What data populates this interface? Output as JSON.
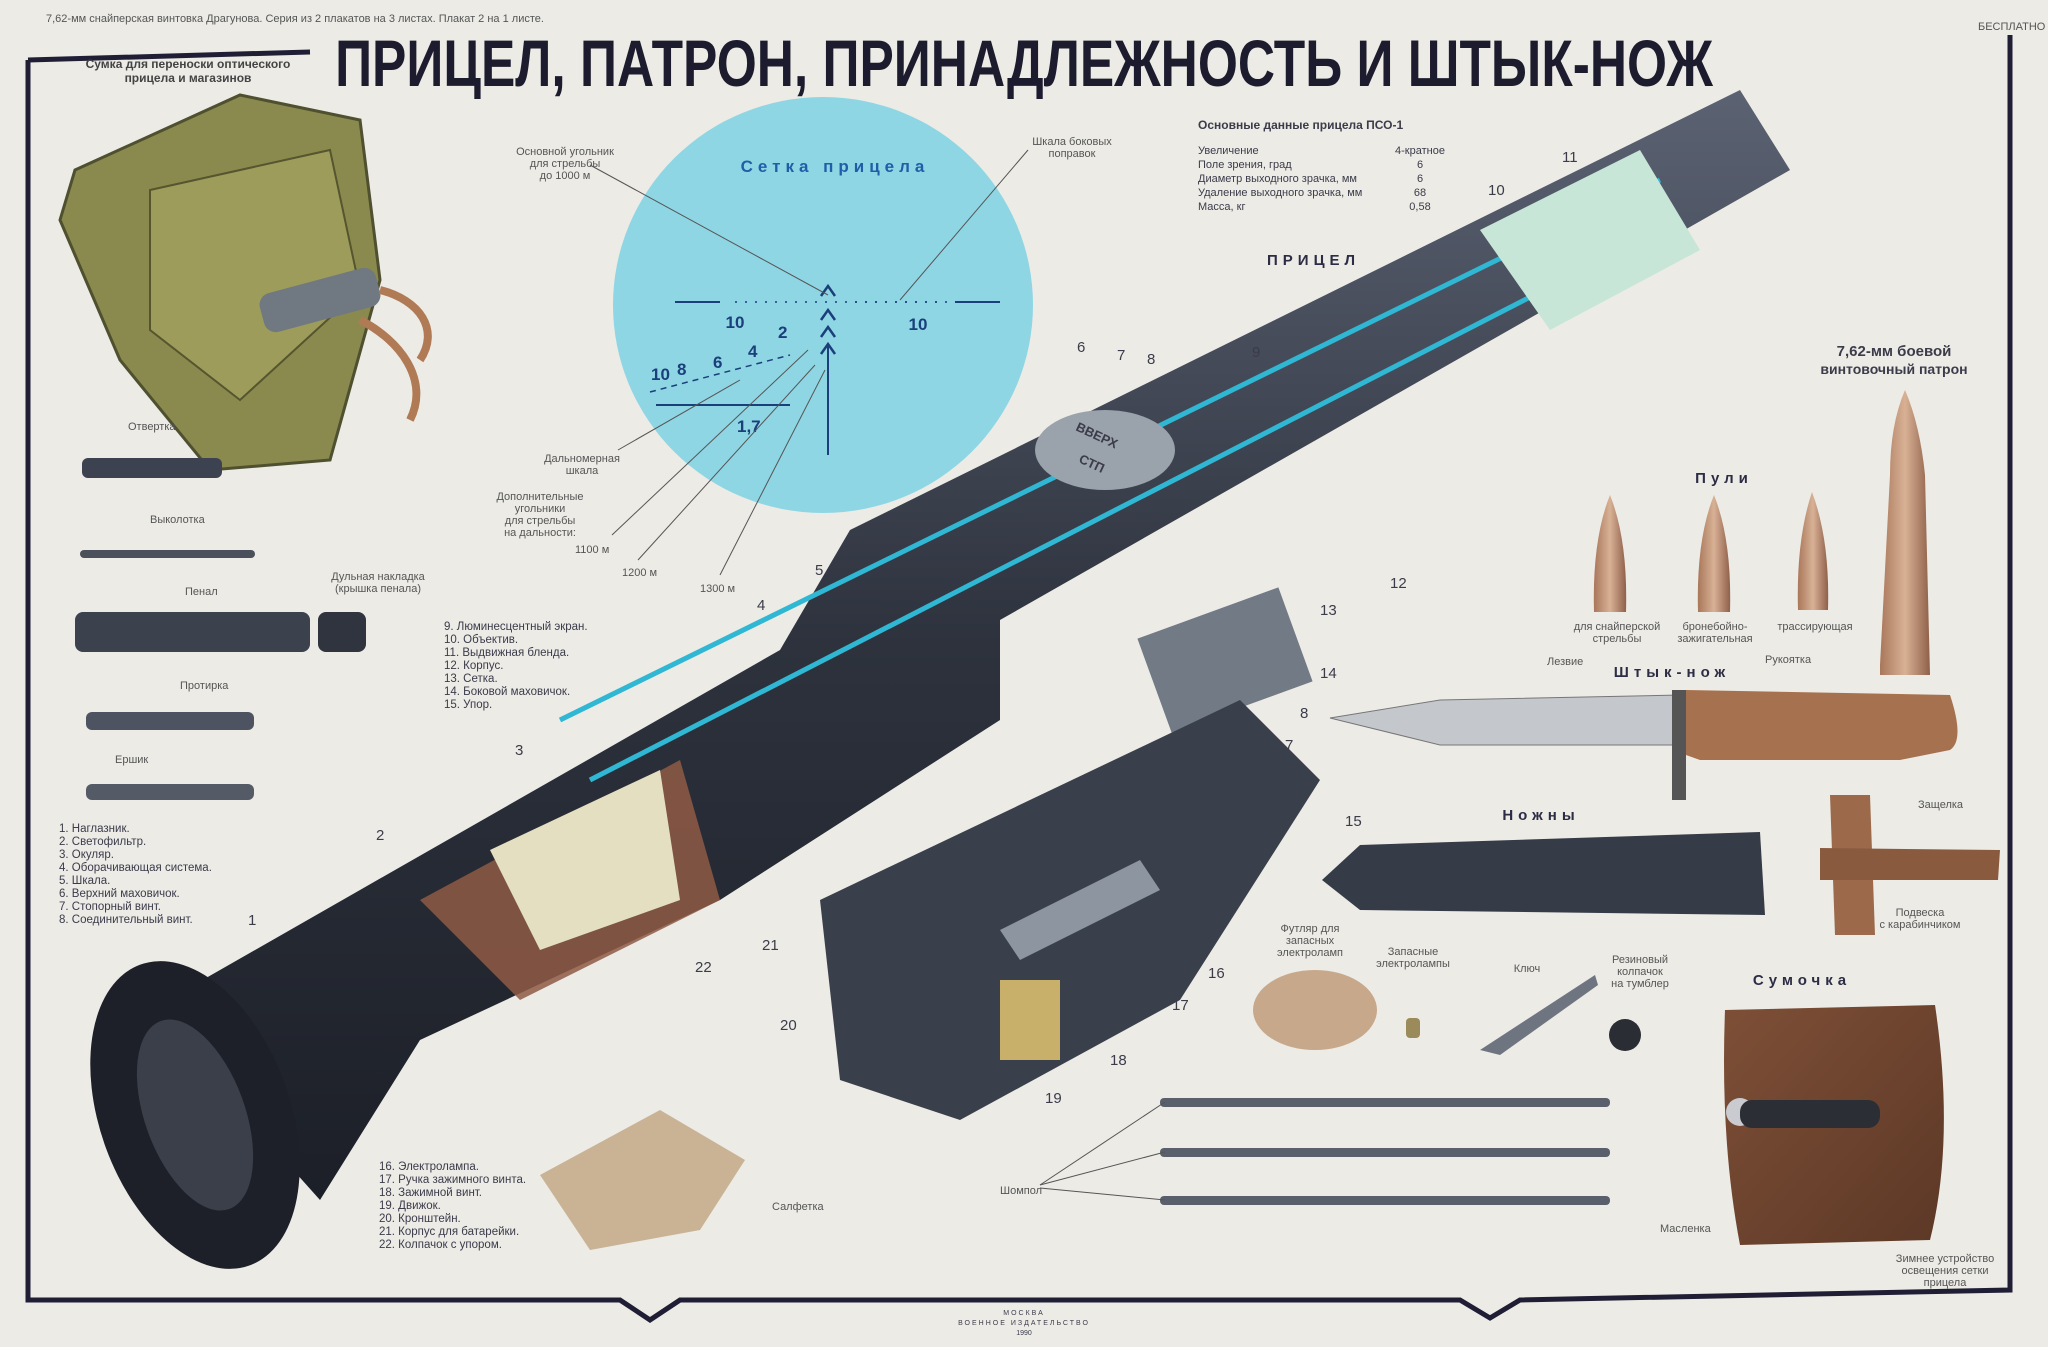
{
  "header": {
    "series_note": "7,62-мм снайперская винтовка Драгунова. Серия из 2 плакатов на 3 листах. Плакат 2 на 1 листе.",
    "title": "ПРИЦЕЛ, ПАТРОН, ПРИНАДЛЕЖНОСТЬ И ШТЫК-НОЖ",
    "free_label": "БЕСПЛАТНО"
  },
  "bag": {
    "label_line1": "Сумка для переноски оптического",
    "label_line2": "прицела и магазинов"
  },
  "reticle": {
    "title": "Сетка прицела",
    "main_chevron_label": [
      "Основной угольник",
      "для стрельбы",
      "до 1000 м"
    ],
    "lateral_scale_label": [
      "Шкала боковых",
      "поправок"
    ],
    "rangefinder_label": [
      "Дальномерная",
      "шкала"
    ],
    "extra_label": [
      "Дополнительные",
      "угольники",
      "для стрельбы",
      "на дальности:"
    ],
    "ranges": [
      "1100 м",
      "1200 м",
      "1300 м"
    ],
    "lateral_marks": [
      "10",
      "10"
    ],
    "range_marks": [
      "10",
      "8",
      "6",
      "4",
      "2"
    ],
    "height_mark": "1,7",
    "color": "#8fd6e4"
  },
  "specs": {
    "title": "Основные данные прицела ПСО-1",
    "rows": [
      {
        "name": "Увеличение",
        "value": "4-кратное"
      },
      {
        "name": "Поле зрения, град",
        "value": "6"
      },
      {
        "name": "Диаметр выходного зрачка, мм",
        "value": "6"
      },
      {
        "name": "Удаление выходного зрачка, мм",
        "value": "68"
      },
      {
        "name": "Масса, кг",
        "value": "0,58"
      }
    ]
  },
  "scope": {
    "section_title": "ПРИЦЕЛ",
    "turret_text": [
      "ВВЕРХ",
      "СТП"
    ],
    "callouts": [
      "1",
      "2",
      "3",
      "4",
      "5",
      "6",
      "7",
      "8",
      "9",
      "10",
      "11",
      "12",
      "13",
      "14",
      "15",
      "16",
      "17",
      "18",
      "19",
      "20",
      "21",
      "22",
      "7",
      "8"
    ]
  },
  "legend_1_8": [
    "1. Наглазник.",
    "2. Светофильтр.",
    "3. Окуляр.",
    "4. Оборачивающая система.",
    "5. Шкала.",
    "6. Верхний маховичок.",
    "7. Стопорный винт.",
    "8. Соединительный винт."
  ],
  "legend_9_15": [
    "9. Люминесцентный экран.",
    "10. Объектив.",
    "11. Выдвижная бленда.",
    "12. Корпус.",
    "13. Сетка.",
    "14. Боковой маховичок.",
    "15. Упор."
  ],
  "legend_16_22": [
    "16. Электролампа.",
    "17. Ручка зажимного винта.",
    "18. Зажимной винт.",
    "19. Движок.",
    "20. Кронштейн.",
    "21. Корпус для батарейки.",
    "22. Колпачок с упором."
  ],
  "tools": [
    "Отвертка",
    "Выколотка",
    "Пенал",
    "Протирка",
    "Ершик"
  ],
  "muzzle_cap": [
    "Дульная накладка",
    "(крышка пенала)"
  ],
  "cartridge": {
    "title_line1": "7,62-мм боевой",
    "title_line2": "винтовочный патрон"
  },
  "bullets": {
    "title": "Пули",
    "items": [
      [
        "для снайперской",
        "стрельбы"
      ],
      [
        "бронебойно-",
        "зажигательная"
      ],
      [
        "трассирующая",
        ""
      ]
    ]
  },
  "bayonet": {
    "title": "Штык-нож",
    "blade": "Лезвие",
    "handle": "Рукоятка",
    "latch": "Защелка"
  },
  "scabbard": {
    "title": "Ножны",
    "hanger": [
      "Подвеска",
      "с карабинчиком"
    ]
  },
  "accessories": {
    "lamp_case": [
      "Футляр для",
      "запасных",
      "электроламп"
    ],
    "spare_lamps": [
      "Запасные",
      "электролампы"
    ],
    "key": "Ключ",
    "rubber_cap": [
      "Резиновый",
      "колпачок",
      "на тумблер"
    ],
    "cloth": "Салфетка",
    "rod": "Шомпол"
  },
  "pouch": {
    "title": "Сумочка",
    "oiler": "Масленка",
    "winter": [
      "Зимнее устройство",
      "освещения сетки",
      "прицела"
    ]
  },
  "footer": {
    "publisher": [
      "МОСКВА",
      "ВОЕННОЕ ИЗДАТЕЛЬСТВО",
      "1990"
    ]
  }
}
